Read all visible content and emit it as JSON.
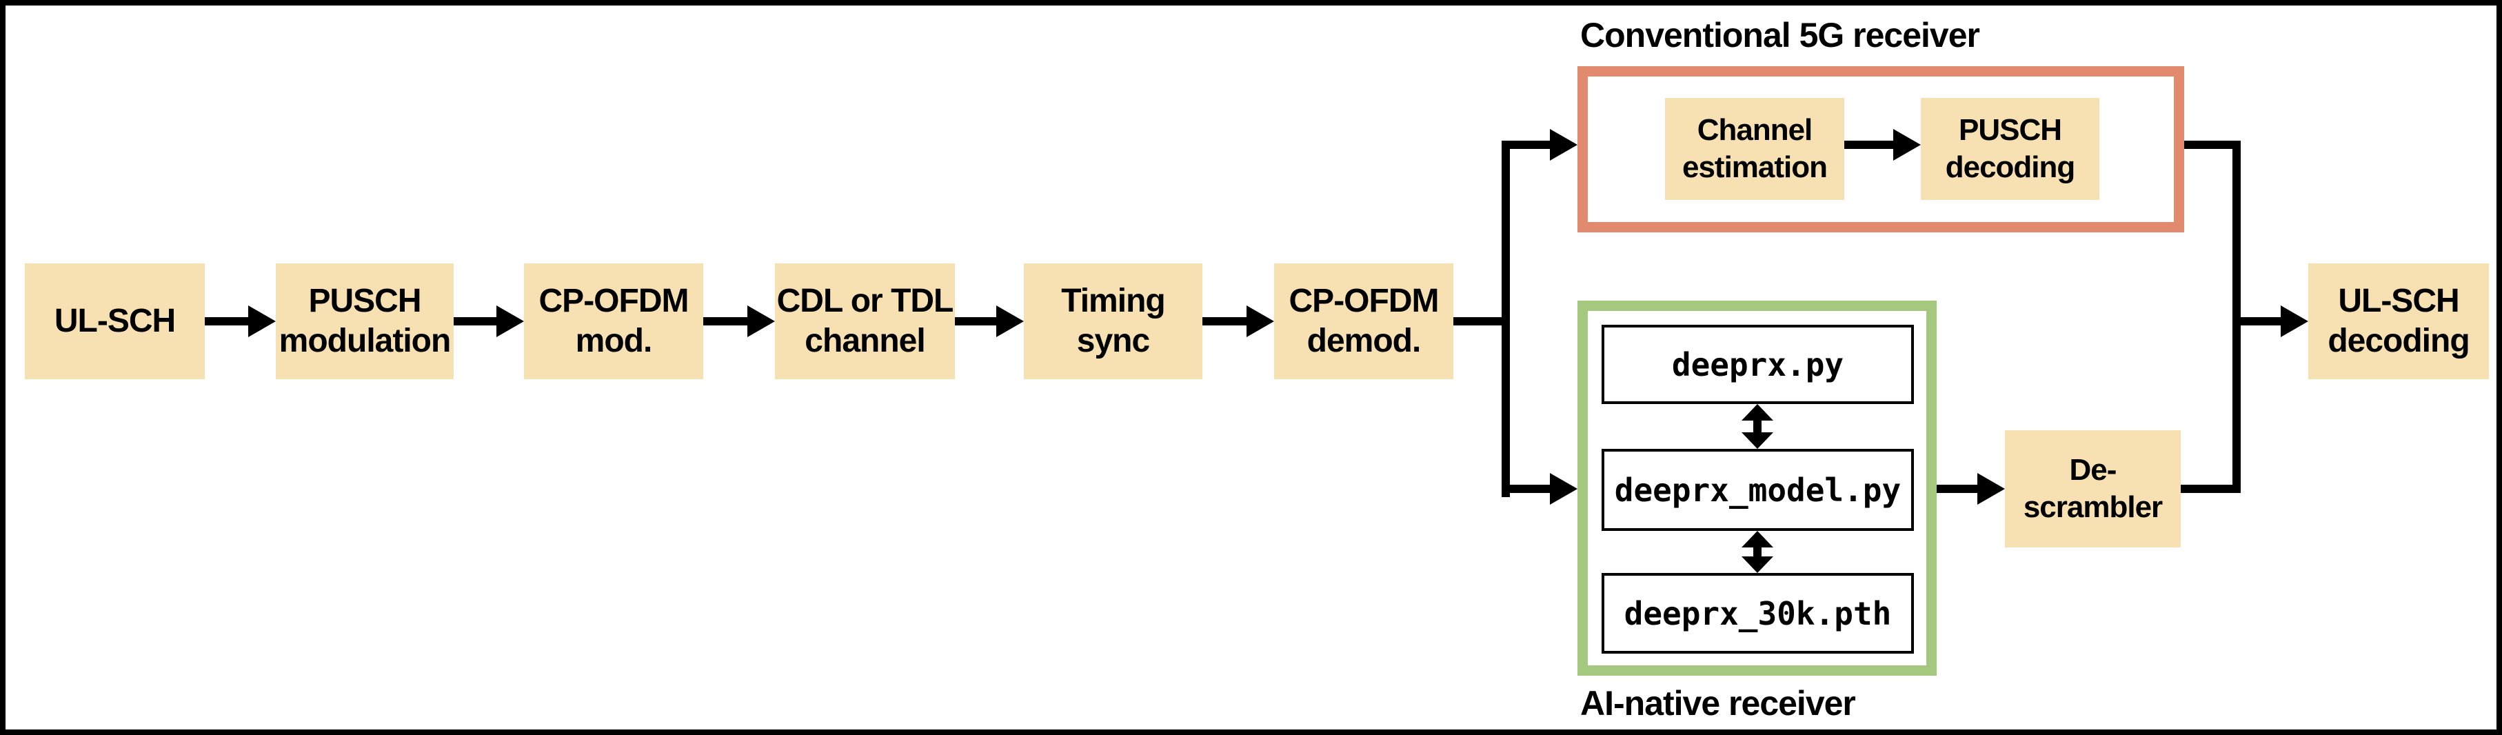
{
  "diagram": {
    "colors": {
      "block_fill": "#f7e1b3",
      "conventional_border": "#e18a6d",
      "ai_border": "#a4c87e",
      "line": "#000000"
    },
    "main_chain": [
      {
        "label": "UL-SCH"
      },
      {
        "label": "PUSCH\nmodulation"
      },
      {
        "label": "CP-OFDM\nmod."
      },
      {
        "label": "CDL or TDL\nchannel"
      },
      {
        "label": "Timing\nsync"
      },
      {
        "label": "CP-OFDM\ndemod."
      }
    ],
    "conventional_receiver": {
      "title": "Conventional 5G receiver",
      "blocks": [
        {
          "label": "Channel\nestimation"
        },
        {
          "label": "PUSCH\ndecoding"
        }
      ]
    },
    "ai_receiver": {
      "title": "AI-native receiver",
      "files": [
        {
          "label": "deeprx.py"
        },
        {
          "label": "deeprx_model.py"
        },
        {
          "label": "deeprx_30k.pth"
        }
      ]
    },
    "descrambler": {
      "label": "De-\nscrambler"
    },
    "output_block": {
      "label": "UL-SCH\ndecoding"
    }
  }
}
